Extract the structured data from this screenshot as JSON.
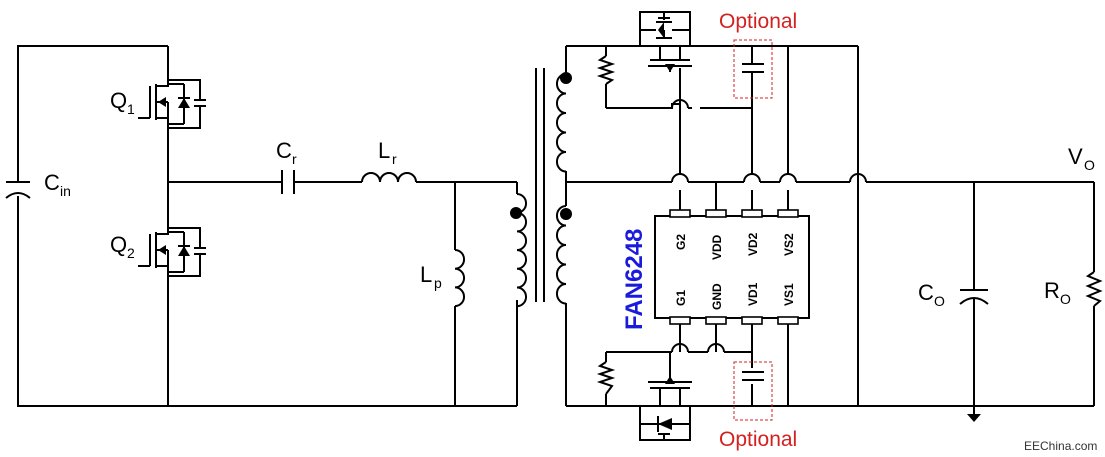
{
  "labels": {
    "cin": "C",
    "cin_sub": "in",
    "q1": "Q",
    "q1_sub": "1",
    "q2": "Q",
    "q2_sub": "2",
    "cr": "C",
    "cr_sub": "r",
    "lr": "L",
    "lr_sub": "r",
    "lp": "L",
    "lp_sub": "p",
    "vo": "V",
    "vo_sub": "O",
    "co": "C",
    "co_sub": "O",
    "ro": "R",
    "ro_sub": "O"
  },
  "ic": {
    "name": "FAN6248",
    "top_pins": [
      "G2",
      "VDD",
      "VD2",
      "VS2"
    ],
    "bottom_pins": [
      "G1",
      "GND",
      "VD1",
      "VS1"
    ]
  },
  "optional_top": "Optional",
  "optional_bottom": "Optional",
  "watermark": "EEChina.com"
}
